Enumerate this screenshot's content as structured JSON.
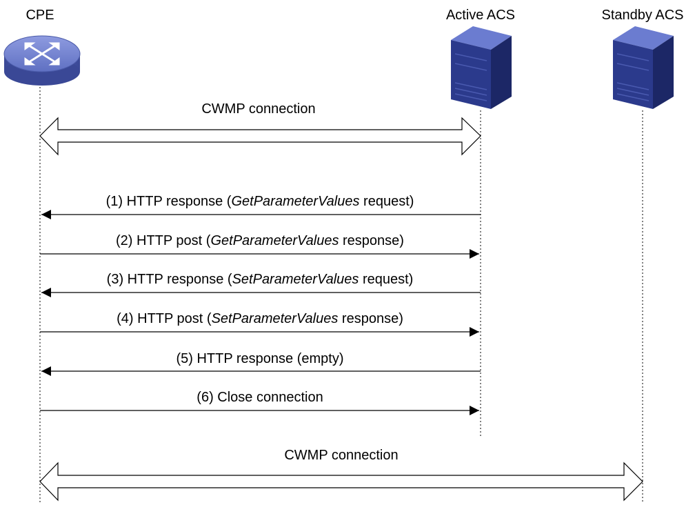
{
  "entities": {
    "cpe": {
      "label": "CPE",
      "icon": "router-icon"
    },
    "active_acs": {
      "label": "Active ACS",
      "icon": "server-icon"
    },
    "standby_acs": {
      "label": "Standby ACS",
      "icon": "server-icon"
    }
  },
  "connections": [
    {
      "label": "CWMP connection",
      "between": "CPE and Active ACS"
    },
    {
      "label": "CWMP connection",
      "between": "CPE and Standby ACS"
    }
  ],
  "messages": [
    {
      "from": "Active ACS",
      "to": "CPE",
      "pre": "(1) HTTP response (",
      "em": "GetParameterValues",
      "post": " request)"
    },
    {
      "from": "CPE",
      "to": "Active ACS",
      "pre": "(2) HTTP post (",
      "em": "GetParameterValues",
      "post": " response)"
    },
    {
      "from": "Active ACS",
      "to": "CPE",
      "pre": "(3) HTTP response (",
      "em": "SetParameterValues",
      "post": " request)"
    },
    {
      "from": "CPE",
      "to": "Active ACS",
      "pre": "(4) HTTP post (",
      "em": "SetParameterValues",
      "post": " response)"
    },
    {
      "from": "Active ACS",
      "to": "CPE",
      "pre": "(5) HTTP response (empty)",
      "em": "",
      "post": ""
    },
    {
      "from": "CPE",
      "to": "Active ACS",
      "pre": "(6) Close connection",
      "em": "",
      "post": ""
    }
  ],
  "colors": {
    "server_front": "#2b3a8c",
    "server_side": "#1c2766",
    "server_top": "#5a6bc4",
    "router_top": "#7383d0",
    "router_body": "#4a5aa8"
  }
}
